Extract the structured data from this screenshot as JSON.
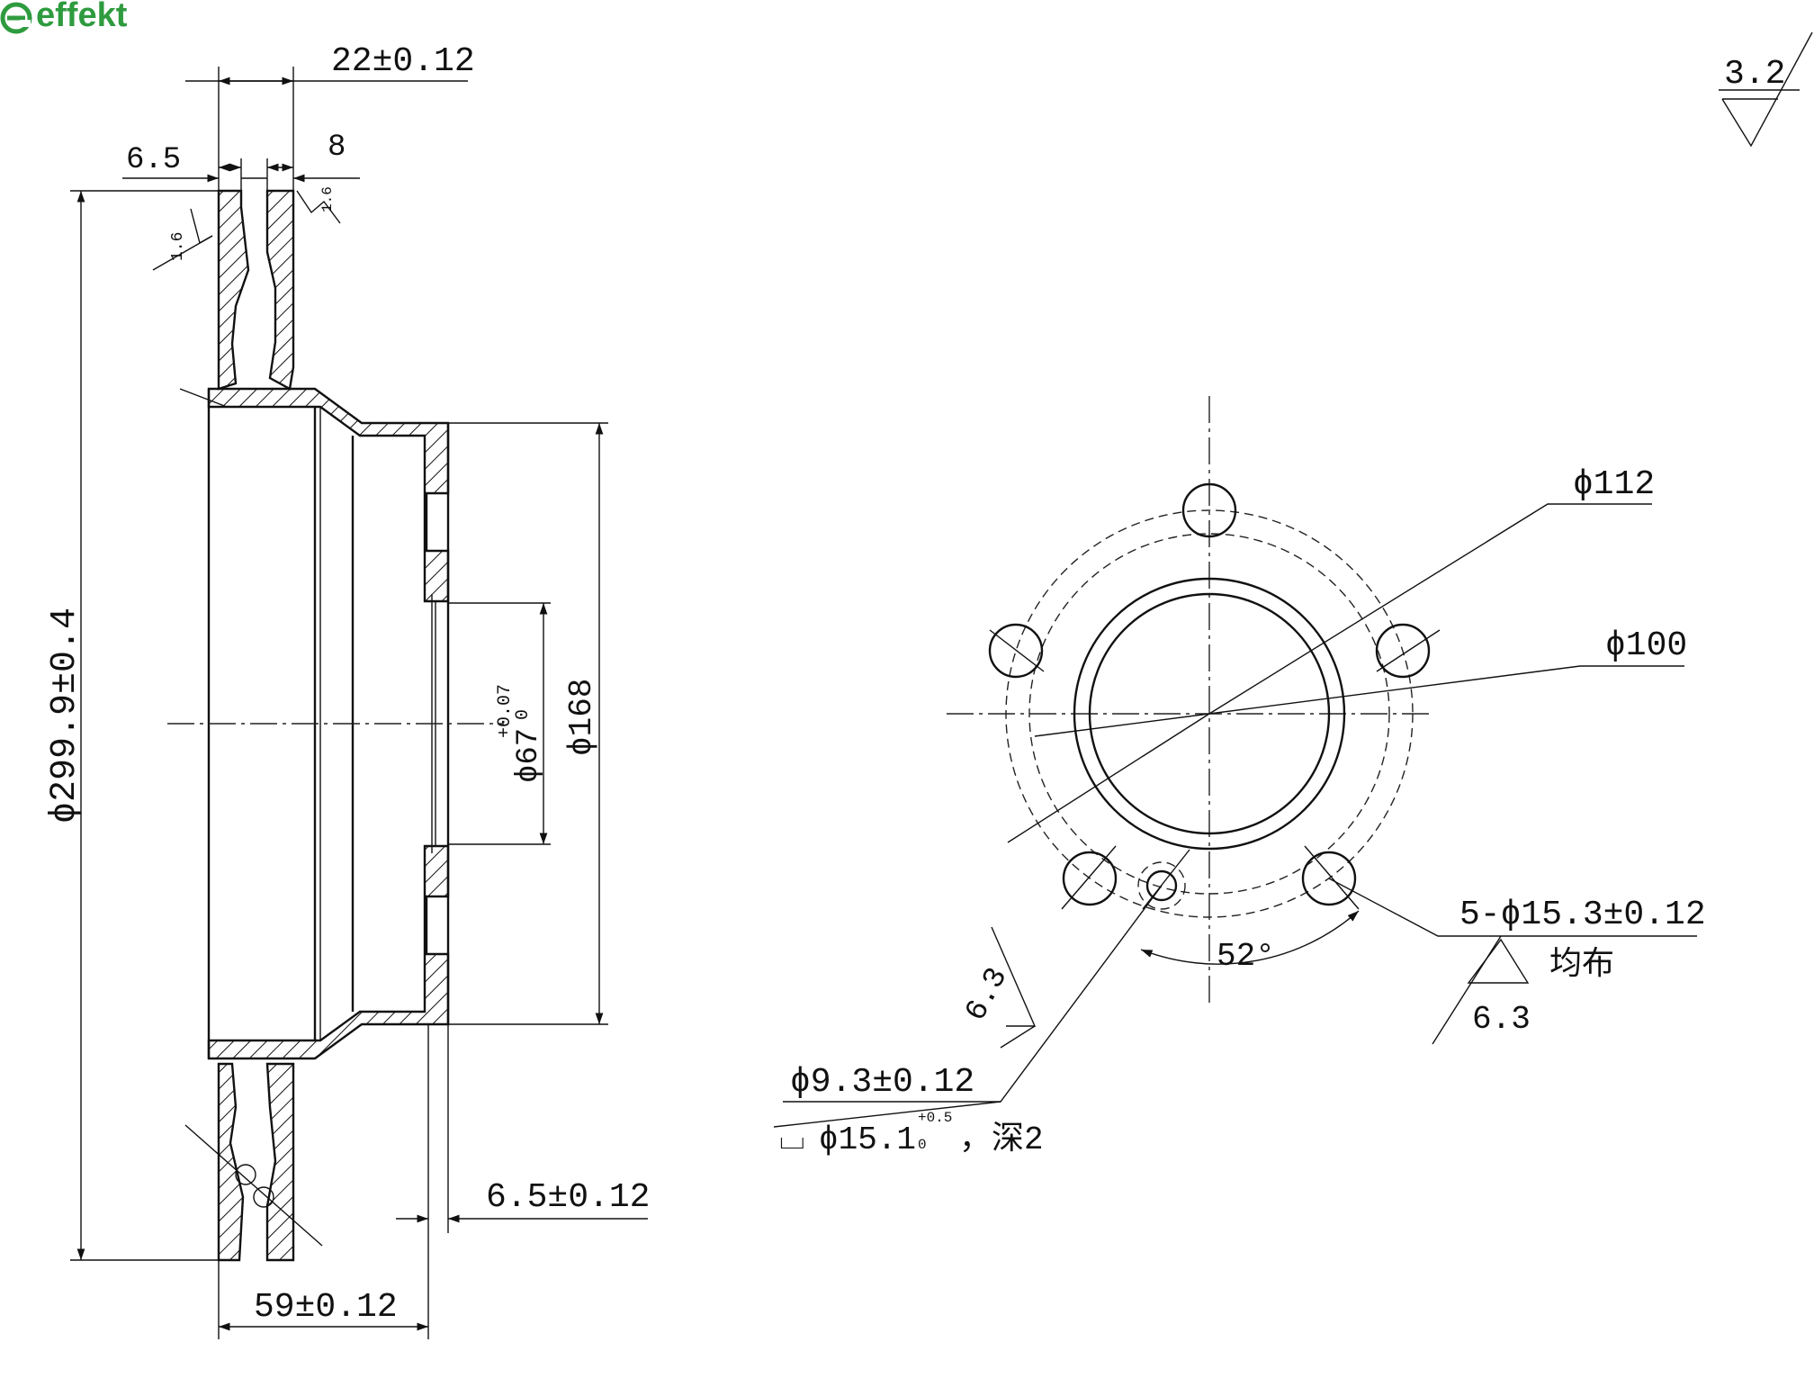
{
  "logo": {
    "text": "effekt",
    "color": "#2e9b3f",
    "icon": "effekt-logo-icon"
  },
  "section_view": {
    "dim_width_total": "22±0.12",
    "dim_left_plate": "6.5",
    "dim_right_plate": "8",
    "dim_outer_diameter": "ϕ299.9±0.4",
    "dim_bore": "ϕ67",
    "dim_bore_tol_upper": "+0.07",
    "dim_bore_tol_lower": "0",
    "dim_hub_diameter": "ϕ168",
    "dim_hub_thickness": "6.5±0.12",
    "dim_overall_height": "59±0.12",
    "roughness_left": "1.6",
    "roughness_right": "1.6"
  },
  "front_view": {
    "pcd": "ϕ112",
    "center_diameter": "ϕ100",
    "bolt_holes": "5-ϕ15.3±0.12",
    "bolt_holes_note": "均布",
    "bolt_roughness": "6.3",
    "pin_roughness": "6.3",
    "pin_hole": "ϕ9.3±0.12",
    "counterbore_symbol": "⌴",
    "counterbore": "ϕ15.1",
    "counterbore_tol_upper": "+0.5",
    "counterbore_tol_lower": "0",
    "counterbore_depth": "，深2",
    "angle": "52°"
  },
  "general_roughness": "3.2"
}
